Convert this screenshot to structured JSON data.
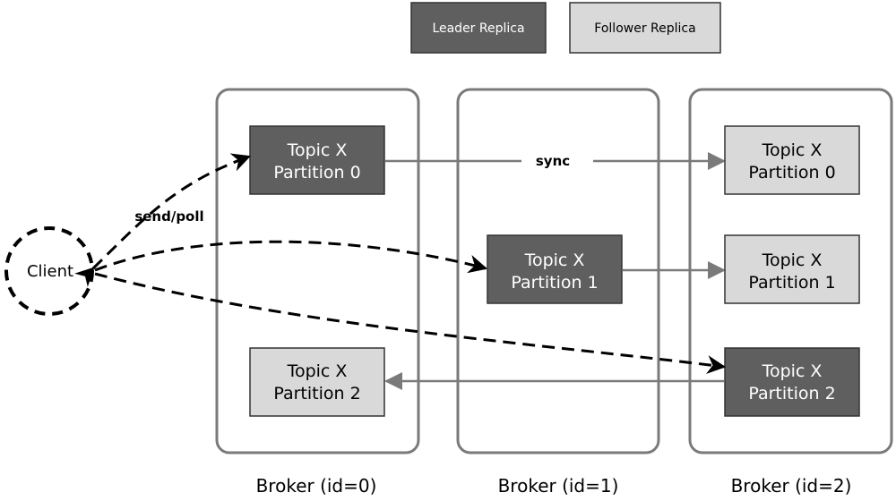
{
  "legend": {
    "leader": "Leader Replica",
    "follower": "Follower Replica"
  },
  "client": {
    "label": "Client"
  },
  "brokers": [
    {
      "label": "Broker (id=0)"
    },
    {
      "label": "Broker (id=1)"
    },
    {
      "label": "Broker (id=2)"
    }
  ],
  "partitions": {
    "b0_p0": {
      "line1": "Topic X",
      "line2": "Partition 0",
      "role": "leader"
    },
    "b0_p2": {
      "line1": "Topic X",
      "line2": "Partition 2",
      "role": "follower"
    },
    "b1_p1": {
      "line1": "Topic X",
      "line2": "Partition 1",
      "role": "leader"
    },
    "b2_p0": {
      "line1": "Topic X",
      "line2": "Partition 0",
      "role": "follower"
    },
    "b2_p1": {
      "line1": "Topic X",
      "line2": "Partition 1",
      "role": "follower"
    },
    "b2_p2": {
      "line1": "Topic X",
      "line2": "Partition 2",
      "role": "leader"
    }
  },
  "edges": {
    "sync_label": "sync",
    "send_poll_label": "send/poll"
  },
  "colors": {
    "leader_fill": "#5f5f5f",
    "follower_fill": "#d9d9d9",
    "broker_stroke": "#7a7a7a",
    "arrow": "#7a7a7a"
  }
}
